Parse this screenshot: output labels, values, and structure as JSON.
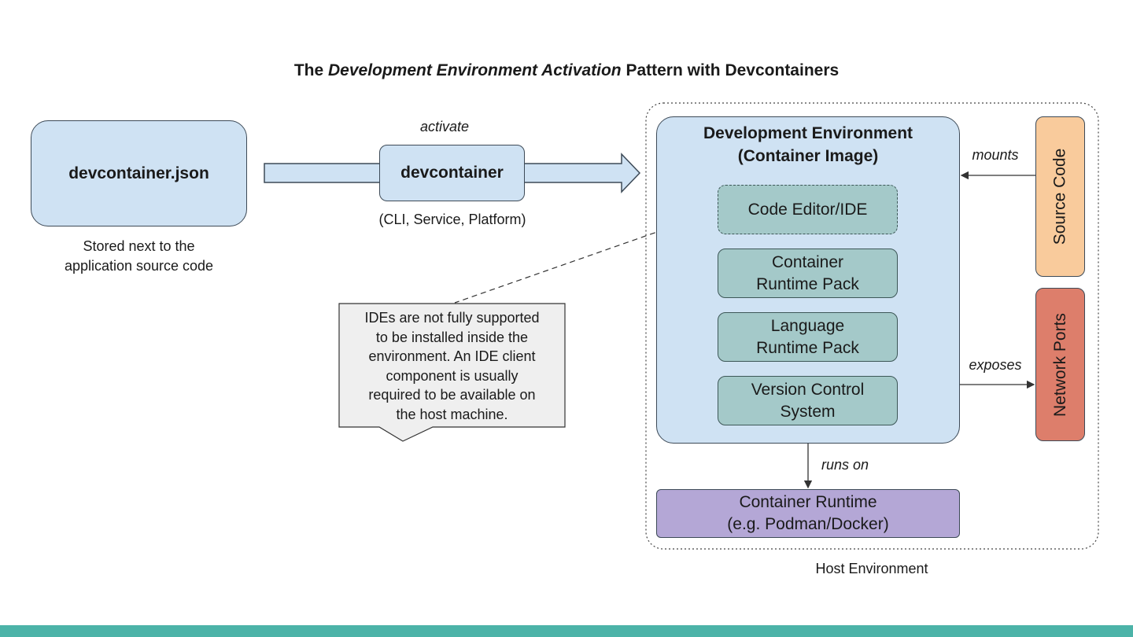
{
  "title": {
    "prefix": "The ",
    "emphasis": "Development Environment Activation",
    "suffix": " Pattern with Devcontainers"
  },
  "devcontainer_json": {
    "label": "devcontainer.json",
    "caption_line1": "Stored next to the",
    "caption_line2": "application source code"
  },
  "devcontainer": {
    "label": "devcontainer",
    "activate_label": "activate",
    "caption": "(CLI, Service, Platform)"
  },
  "dev_env": {
    "title_line1": "Development Environment",
    "title_line2": "(Container Image)",
    "components": [
      {
        "line1": "Code Editor/IDE",
        "line2": ""
      },
      {
        "line1": "Container",
        "line2": "Runtime Pack"
      },
      {
        "line1": "Language",
        "line2": "Runtime Pack"
      },
      {
        "line1": "Version Control",
        "line2": "System"
      }
    ]
  },
  "callout": {
    "lines": [
      "IDEs are not fully supported",
      "to be installed inside the",
      "environment. An IDE client",
      "component is usually",
      "required to be available on",
      "the host machine."
    ]
  },
  "source_code": {
    "label": "Source Code",
    "edge_label": "mounts",
    "color": "#f9cb9c"
  },
  "network_ports": {
    "label": "Network Ports",
    "edge_label": "exposes",
    "color": "#dd7e6b"
  },
  "container_runtime": {
    "line1": "Container Runtime",
    "line2": "(e.g. Podman/Docker)",
    "edge_label": "runs on",
    "color": "#b4a7d6"
  },
  "host_env": {
    "label": "Host Environment"
  },
  "colors": {
    "blue_box": "#cfe2f3",
    "teal_box": "#a4c9c9",
    "footer_bar": "#4cb3a8"
  }
}
